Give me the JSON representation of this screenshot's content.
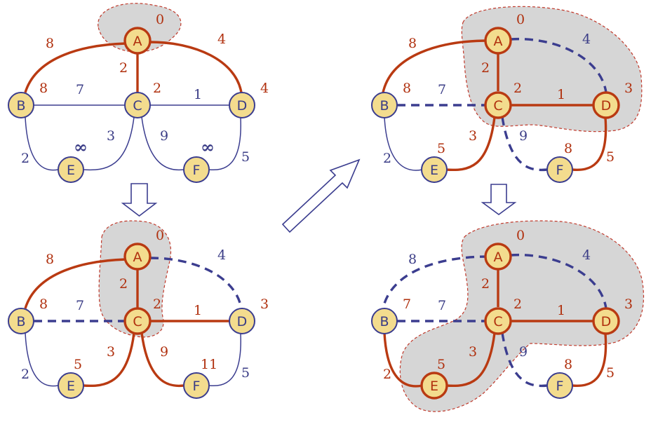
{
  "colors": {
    "tree_edge": "#b93a12",
    "graph_edge": "#3b3d8f",
    "node_fill": "#f3dc8e",
    "node_stroke_normal": "#3b3d8f",
    "node_stroke_done": "#b93a12",
    "cloud_fill": "#d6d6d6",
    "cloud_stroke": "#c0392b",
    "label_red": "#b0300e",
    "label_blue": "#3a3c86"
  },
  "panels": [
    {
      "id": "step1",
      "nodes": [
        {
          "id": "A",
          "label": "A",
          "dist": "0",
          "status": "done"
        },
        {
          "id": "B",
          "label": "B",
          "dist": "8",
          "status": "normal"
        },
        {
          "id": "C",
          "label": "C",
          "dist": "2",
          "status": "normal"
        },
        {
          "id": "D",
          "label": "D",
          "dist": "4",
          "status": "normal"
        },
        {
          "id": "E",
          "label": "E",
          "dist": "∞",
          "status": "normal"
        },
        {
          "id": "F",
          "label": "F",
          "dist": "∞",
          "status": "normal"
        }
      ],
      "edges": [
        {
          "from": "A",
          "to": "B",
          "weight": "8",
          "style": "tree"
        },
        {
          "from": "A",
          "to": "C",
          "weight": "2",
          "style": "tree"
        },
        {
          "from": "A",
          "to": "D",
          "weight": "4",
          "style": "tree"
        },
        {
          "from": "B",
          "to": "C",
          "weight": "7",
          "style": "plain"
        },
        {
          "from": "C",
          "to": "D",
          "weight": "1",
          "style": "plain"
        },
        {
          "from": "B",
          "to": "E",
          "weight": "2",
          "style": "plain"
        },
        {
          "from": "C",
          "to": "E",
          "weight": "3",
          "style": "plain"
        },
        {
          "from": "C",
          "to": "F",
          "weight": "9",
          "style": "plain"
        },
        {
          "from": "D",
          "to": "F",
          "weight": "5",
          "style": "plain"
        }
      ]
    },
    {
      "id": "step2",
      "nodes": [
        {
          "id": "A",
          "label": "A",
          "dist": "0",
          "status": "done"
        },
        {
          "id": "B",
          "label": "B",
          "dist": "8",
          "status": "normal"
        },
        {
          "id": "C",
          "label": "C",
          "dist": "2",
          "status": "done"
        },
        {
          "id": "D",
          "label": "D",
          "dist": "3",
          "status": "normal"
        },
        {
          "id": "E",
          "label": "E",
          "dist": "5",
          "status": "normal"
        },
        {
          "id": "F",
          "label": "F",
          "dist": "11",
          "status": "normal"
        }
      ],
      "edges": [
        {
          "from": "A",
          "to": "B",
          "weight": "8",
          "style": "tree"
        },
        {
          "from": "A",
          "to": "C",
          "weight": "2",
          "style": "tree"
        },
        {
          "from": "A",
          "to": "D",
          "weight": "4",
          "style": "dashed"
        },
        {
          "from": "B",
          "to": "C",
          "weight": "7",
          "style": "dashed"
        },
        {
          "from": "C",
          "to": "D",
          "weight": "1",
          "style": "tree"
        },
        {
          "from": "B",
          "to": "E",
          "weight": "2",
          "style": "plain"
        },
        {
          "from": "C",
          "to": "E",
          "weight": "3",
          "style": "tree"
        },
        {
          "from": "C",
          "to": "F",
          "weight": "9",
          "style": "tree"
        },
        {
          "from": "D",
          "to": "F",
          "weight": "5",
          "style": "plain"
        }
      ]
    },
    {
      "id": "step3",
      "nodes": [
        {
          "id": "A",
          "label": "A",
          "dist": "0",
          "status": "done"
        },
        {
          "id": "B",
          "label": "B",
          "dist": "8",
          "status": "normal"
        },
        {
          "id": "C",
          "label": "C",
          "dist": "2",
          "status": "done"
        },
        {
          "id": "D",
          "label": "D",
          "dist": "3",
          "status": "done"
        },
        {
          "id": "E",
          "label": "E",
          "dist": "5",
          "status": "normal"
        },
        {
          "id": "F",
          "label": "F",
          "dist": "8",
          "status": "normal"
        }
      ],
      "edges": [
        {
          "from": "A",
          "to": "B",
          "weight": "8",
          "style": "tree"
        },
        {
          "from": "A",
          "to": "C",
          "weight": "2",
          "style": "tree"
        },
        {
          "from": "A",
          "to": "D",
          "weight": "4",
          "style": "dashed"
        },
        {
          "from": "B",
          "to": "C",
          "weight": "7",
          "style": "dashed"
        },
        {
          "from": "C",
          "to": "D",
          "weight": "1",
          "style": "tree"
        },
        {
          "from": "B",
          "to": "E",
          "weight": "2",
          "style": "plain"
        },
        {
          "from": "C",
          "to": "E",
          "weight": "3",
          "style": "tree"
        },
        {
          "from": "C",
          "to": "F",
          "weight": "9",
          "style": "dashed"
        },
        {
          "from": "D",
          "to": "F",
          "weight": "5",
          "style": "tree"
        }
      ]
    },
    {
      "id": "step4",
      "nodes": [
        {
          "id": "A",
          "label": "A",
          "dist": "0",
          "status": "done"
        },
        {
          "id": "B",
          "label": "B",
          "dist": "7",
          "status": "normal"
        },
        {
          "id": "C",
          "label": "C",
          "dist": "2",
          "status": "done"
        },
        {
          "id": "D",
          "label": "D",
          "dist": "3",
          "status": "done"
        },
        {
          "id": "E",
          "label": "E",
          "dist": "5",
          "status": "done"
        },
        {
          "id": "F",
          "label": "F",
          "dist": "8",
          "status": "normal"
        }
      ],
      "edges": [
        {
          "from": "A",
          "to": "B",
          "weight": "8",
          "style": "dashed"
        },
        {
          "from": "A",
          "to": "C",
          "weight": "2",
          "style": "tree"
        },
        {
          "from": "A",
          "to": "D",
          "weight": "4",
          "style": "dashed"
        },
        {
          "from": "B",
          "to": "C",
          "weight": "7",
          "style": "dashed"
        },
        {
          "from": "C",
          "to": "D",
          "weight": "1",
          "style": "tree"
        },
        {
          "from": "B",
          "to": "E",
          "weight": "2",
          "style": "tree"
        },
        {
          "from": "C",
          "to": "E",
          "weight": "3",
          "style": "tree"
        },
        {
          "from": "C",
          "to": "F",
          "weight": "9",
          "style": "dashed"
        },
        {
          "from": "D",
          "to": "F",
          "weight": "5",
          "style": "tree"
        }
      ]
    }
  ],
  "arrows": [
    {
      "id": "down-left",
      "direction": "down"
    },
    {
      "id": "diagonal",
      "direction": "up-right"
    },
    {
      "id": "down-right",
      "direction": "down"
    }
  ]
}
